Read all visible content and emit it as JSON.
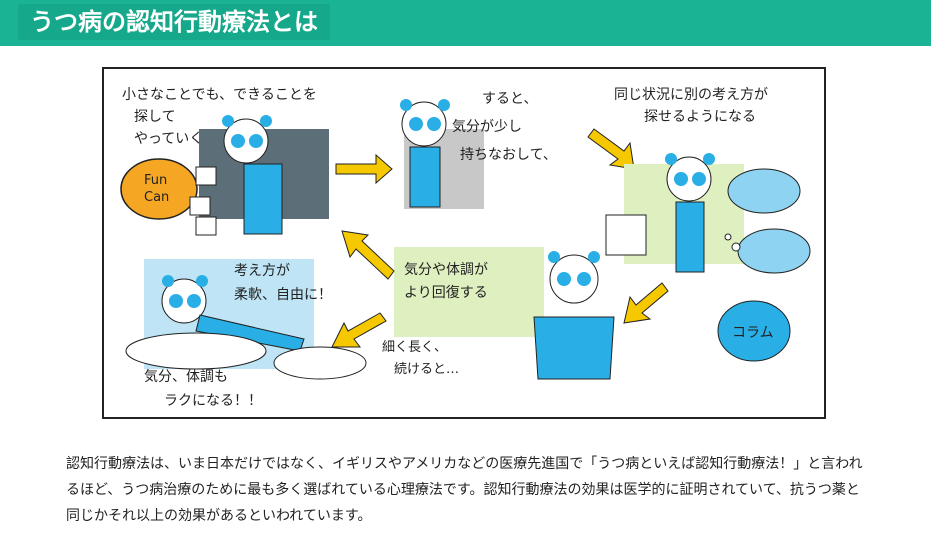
{
  "header": {
    "title": "うつ病の認知行動療法とは",
    "bg_color": "#1ab394"
  },
  "illustration": {
    "captions": {
      "top_left_1": "小さなことでも、できることを",
      "top_left_2": "探して",
      "top_left_3": "やっていく",
      "fun_can_1": "Fun",
      "fun_can_2": "Can",
      "top_mid_1": "すると、",
      "top_mid_2": "気分が少し",
      "top_mid_3": "持ちなおして、",
      "top_right_1": "同じ状況に別の考え方が",
      "top_right_2": "探せるようになる",
      "column_badge": "コラム",
      "mid_1": "気分や体調が",
      "mid_2": "より回復する",
      "mid_bottom_1": "細く長く、",
      "mid_bottom_2": "続けると…",
      "left_1": "考え方が",
      "left_2": "柔軟、自由に！",
      "left_bottom_1": "気分、体調も",
      "left_bottom_2": "ラクになる！！"
    },
    "colors": {
      "panda_blue": "#29aee6",
      "arrow_yellow": "#f5c800",
      "green_bg": "#dff0c0",
      "grey_bg": "#c8c8c8",
      "dark_bg": "#5c6f78",
      "sky_bg": "#bfe4f5",
      "cloud_blue": "#8fd3f2",
      "orange_bubble": "#f5a623"
    }
  },
  "body": {
    "paragraph": "認知行動療法は、いま日本だけではなく、イギリスやアメリカなどの医療先進国で「うつ病といえば認知行動療法！」と言われるほど、うつ病治療のために最も多く選ばれている心理療法です。認知行動療法の効果は医学的に証明されていて、抗うつ薬と同じかそれ以上の効果があるといわれています。"
  }
}
